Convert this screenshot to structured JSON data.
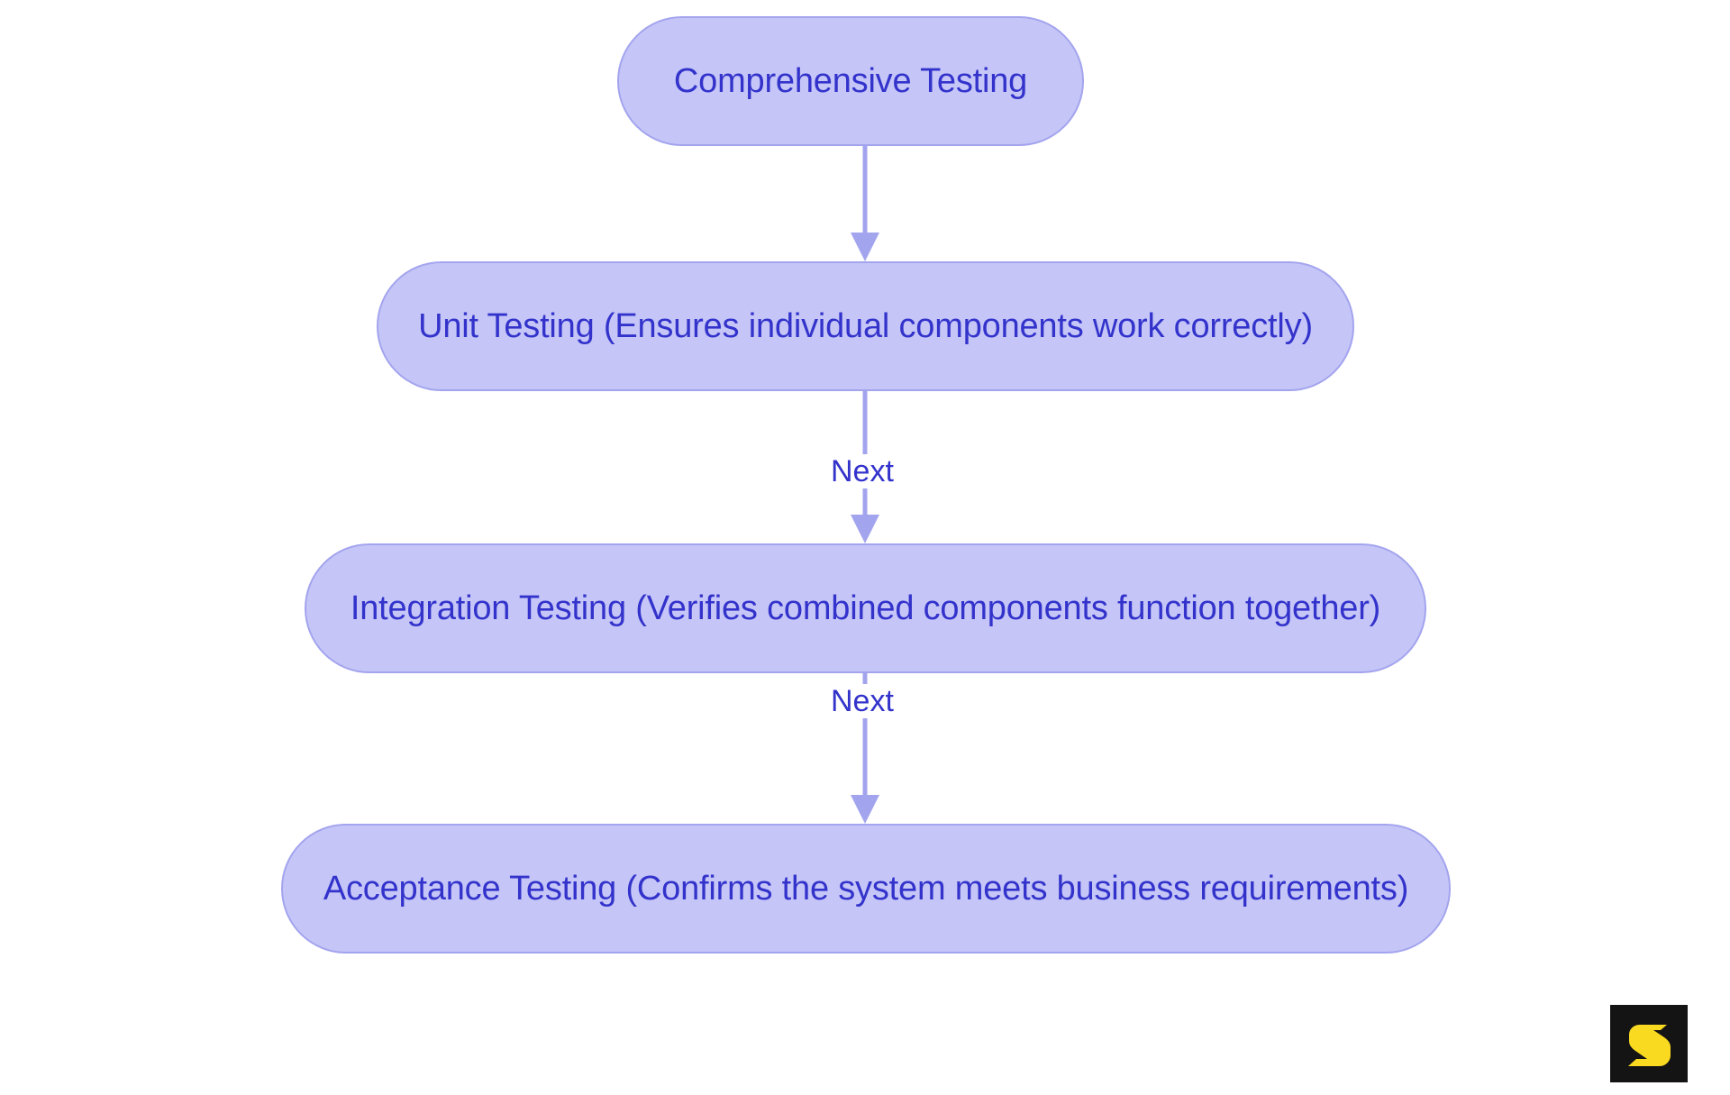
{
  "diagram": {
    "type": "flowchart",
    "orientation": "top-to-bottom",
    "background_color": "#ffffff",
    "node_fill_color": "#c5c6f7",
    "node_border_color": "#a3a4ee",
    "node_text_color": "#3333cc",
    "edge_color": "#a3a4ee",
    "edge_label_color": "#3333cc",
    "nodes": [
      {
        "id": "comprehensive-testing",
        "label": "Comprehensive Testing"
      },
      {
        "id": "unit-testing",
        "label": "Unit Testing (Ensures individual components work correctly)"
      },
      {
        "id": "integration-testing",
        "label": "Integration Testing (Verifies combined components function together)"
      },
      {
        "id": "acceptance-testing",
        "label": "Acceptance Testing (Confirms the system meets business requirements)"
      }
    ],
    "edges": [
      {
        "from": "comprehensive-testing",
        "to": "unit-testing",
        "label": ""
      },
      {
        "from": "unit-testing",
        "to": "integration-testing",
        "label": "Next"
      },
      {
        "from": "integration-testing",
        "to": "acceptance-testing",
        "label": "Next"
      }
    ]
  },
  "watermark": {
    "icon": "s-logo-icon",
    "background_color": "#141414",
    "mark_color": "#fada20"
  }
}
